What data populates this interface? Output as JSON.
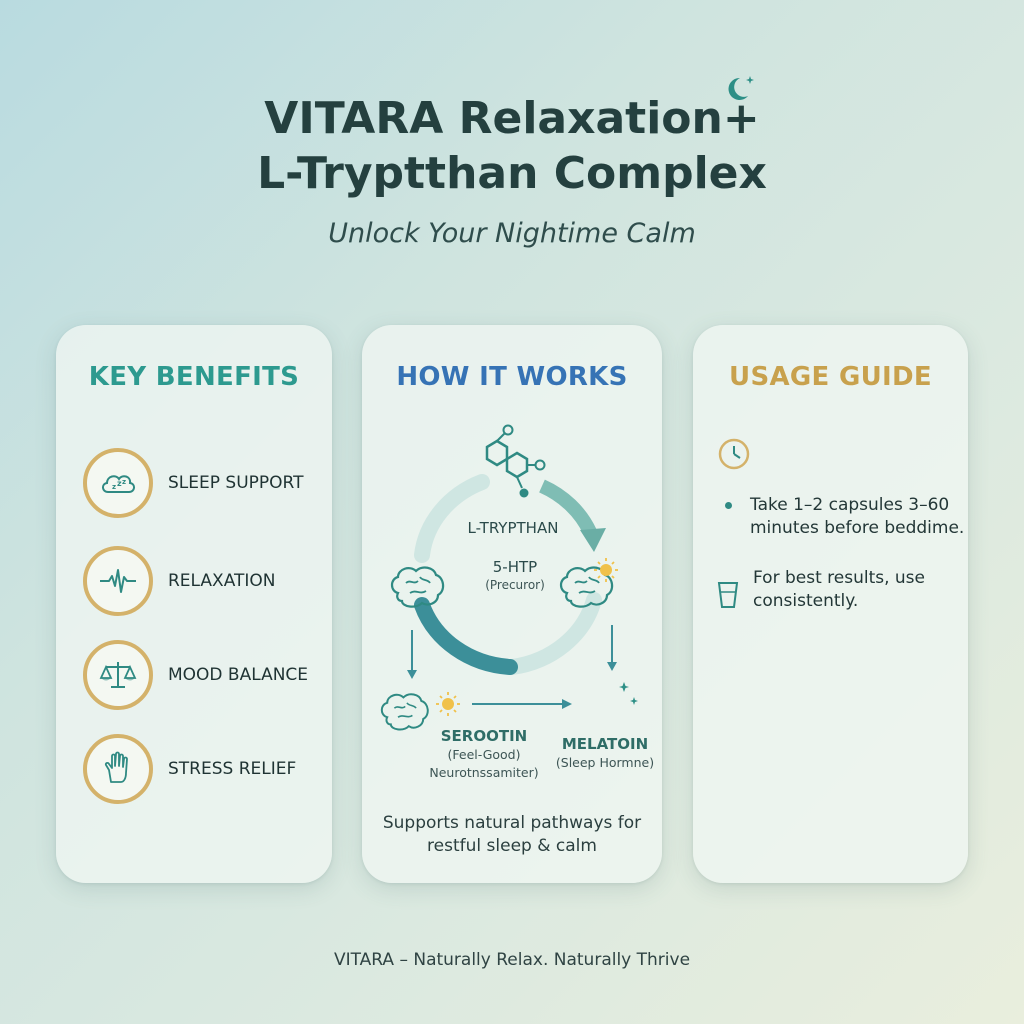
{
  "header": {
    "title_line1": "VITARA Relaxation+",
    "title_line2": "L-Tryptthan Complex",
    "subtitle": "Unlock Your Nightime Calm",
    "moon_icon": "crescent-moon-icon"
  },
  "benefits": {
    "heading": "KEY BENEFITS",
    "items": [
      {
        "label": "SLEEP SUPPORT",
        "icon": "sleep-cloud-icon"
      },
      {
        "label": "RELAXATION",
        "icon": "heartbeat-wave-icon"
      },
      {
        "label": "MOOD BALANCE",
        "icon": "balance-scale-icon"
      },
      {
        "label": "STRESS RELIEF",
        "icon": "raised-hand-icon"
      }
    ]
  },
  "works": {
    "heading": "HOW IT WORKS",
    "ltryp": "L-TRYPTHAN",
    "htp": "5-HTP",
    "precursor": "(Precuror)",
    "serotonin": "SEROOTIN",
    "serotonin_sub1": "(Feel-Good)",
    "serotonin_sub2": "Neurotnssamiter)",
    "melatonin": "MELATOIN",
    "melatonin_sub": "(Sleep Hormne)",
    "caption_line1": "Supports natural pathways for",
    "caption_line2": "restful sleep & calm"
  },
  "usage": {
    "heading": "USAGE GUIDE",
    "dose_line1": "Take 1–2 capsules 3–60",
    "dose_line2": "minutes before beddime.",
    "tip_line1": "For best results, use",
    "tip_line2": "consistently."
  },
  "footer": {
    "tagline": "VITARA – Naturally Relax. Naturally Thrive"
  },
  "colors": {
    "teal": "#2d9a8f",
    "blue": "#3673b5",
    "gold": "#c8a14d"
  }
}
